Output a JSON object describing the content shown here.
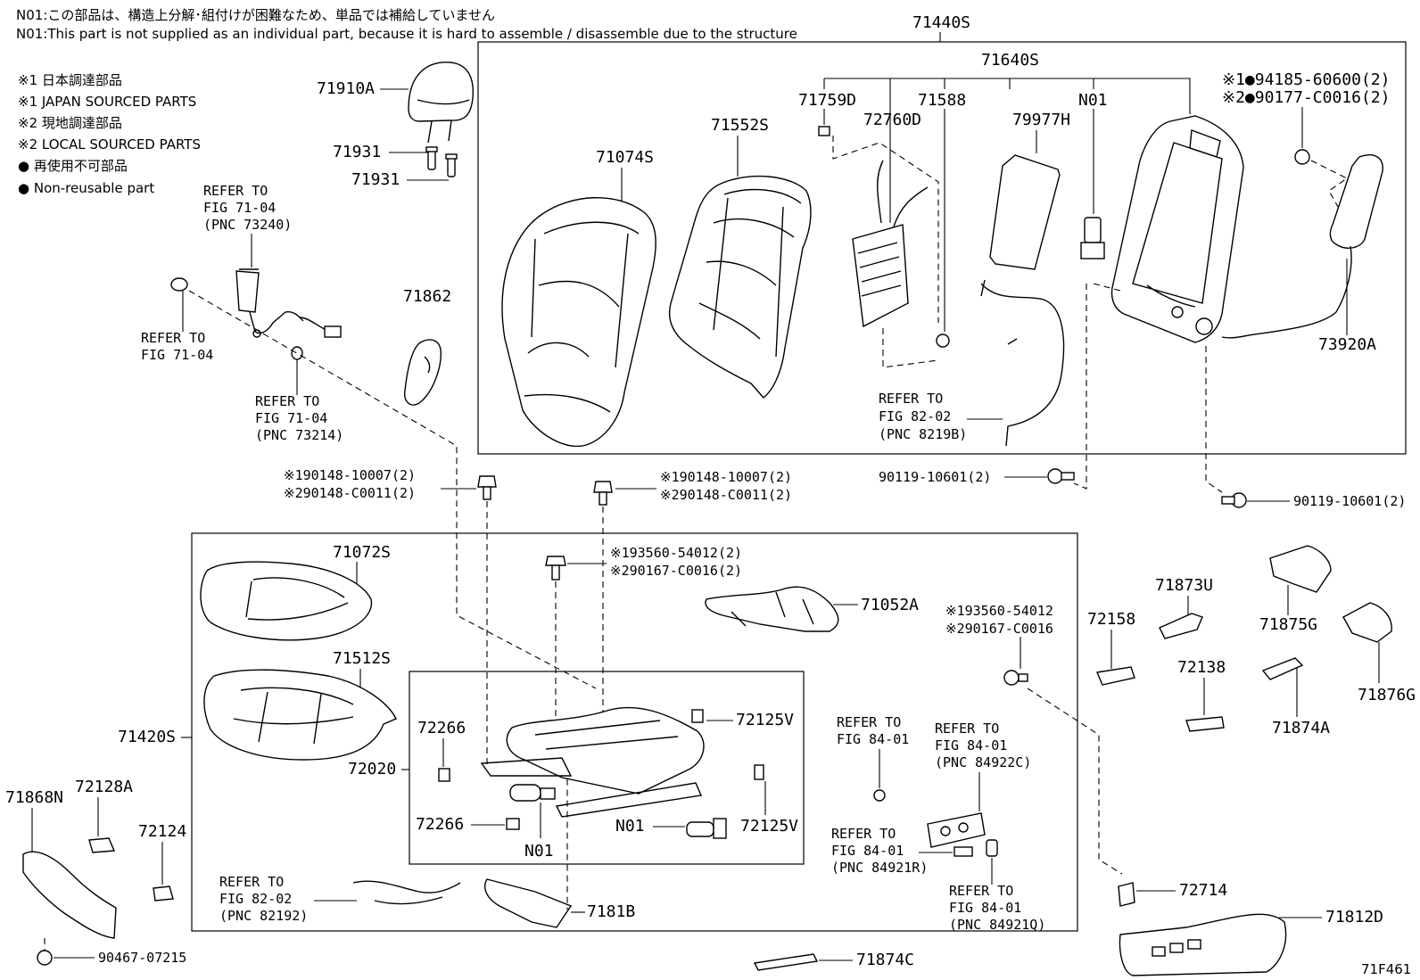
{
  "notes": {
    "n01_jp": "N01:この部品は、構造上分解･組付けが困難なため、単品では補給していません",
    "n01_en": "N01:This part is not supplied as an individual part, because it is hard to assemble / disassemble due to the structure",
    "legend": [
      "※1 日本調達部品",
      "※1 JAPAN SOURCED PARTS",
      "※2 現地調達部品",
      "※2 LOCAL SOURCED PARTS",
      "● 再使用不可部品",
      "● Non-reusable part"
    ]
  },
  "figure_id": "71F461",
  "labels": {
    "p71440S": "71440S",
    "p71640S": "71640S",
    "p71910A": "71910A",
    "p71931a": "71931",
    "p71931b": "71931",
    "p71074S": "71074S",
    "p71552S": "71552S",
    "p71759D": "71759D",
    "p72760D": "72760D",
    "p71588": "71588",
    "p79977H": "79977H",
    "pN01a": "N01",
    "p94185": "※1●94185-60600(2)",
    "p90177": "※2●90177-C0016(2)",
    "p73920A": "73920A",
    "p71862": "71862",
    "p90119a": "90119-10601(2)",
    "p90119b": "90119-10601(2)",
    "p90148a_1": "※190148-10007(2)",
    "p90148a_2": "※290148-C0011(2)",
    "p90148b_1": "※190148-10007(2)",
    "p90148b_2": "※290148-C0011(2)",
    "p93560a_1": "※193560-54012(2)",
    "p93560a_2": "※290167-C0016(2)",
    "p93560b_1": "※193560-54012",
    "p93560b_2": "※290167-C0016",
    "p71072S": "71072S",
    "p71512S": "71512S",
    "p71420S": "71420S",
    "p71052A": "71052A",
    "p72266a": "72266",
    "p72266b": "72266",
    "p72020": "72020",
    "p72125Va": "72125V",
    "p72125Vb": "72125V",
    "pN01b": "N01",
    "pN01c": "N01",
    "p7181B": "7181B",
    "p71868N": "71868N",
    "p72128A": "72128A",
    "p72124": "72124",
    "p90467": "90467-07215",
    "p71874C": "71874C",
    "p72158": "72158",
    "p71873U": "71873U",
    "p71875G": "71875G",
    "p71876G": "71876G",
    "p72138": "72138",
    "p71874A": "71874A",
    "p72714": "72714",
    "p71812D": "71812D"
  },
  "refs": {
    "r73240": [
      "REFER TO",
      "FIG 71-04",
      "(PNC 73240)"
    ],
    "r7104": [
      "REFER TO",
      "FIG 71-04"
    ],
    "r73214": [
      "REFER TO",
      "FIG 71-04",
      "(PNC 73214)"
    ],
    "r8219B": [
      "REFER TO",
      "FIG 82-02",
      "(PNC 8219B)"
    ],
    "r8401": [
      "REFER TO",
      "FIG 84-01"
    ],
    "r84922C": [
      "REFER TO",
      "FIG 84-01",
      "(PNC 84922C)"
    ],
    "r84921R": [
      "REFER TO",
      "FIG 84-01",
      "(PNC 84921R)"
    ],
    "r84921Q": [
      "REFER TO",
      "FIG 84-01",
      "(PNC 84921Q)"
    ],
    "r82192": [
      "REFER TO",
      "FIG 82-02",
      "(PNC 82192)"
    ]
  }
}
